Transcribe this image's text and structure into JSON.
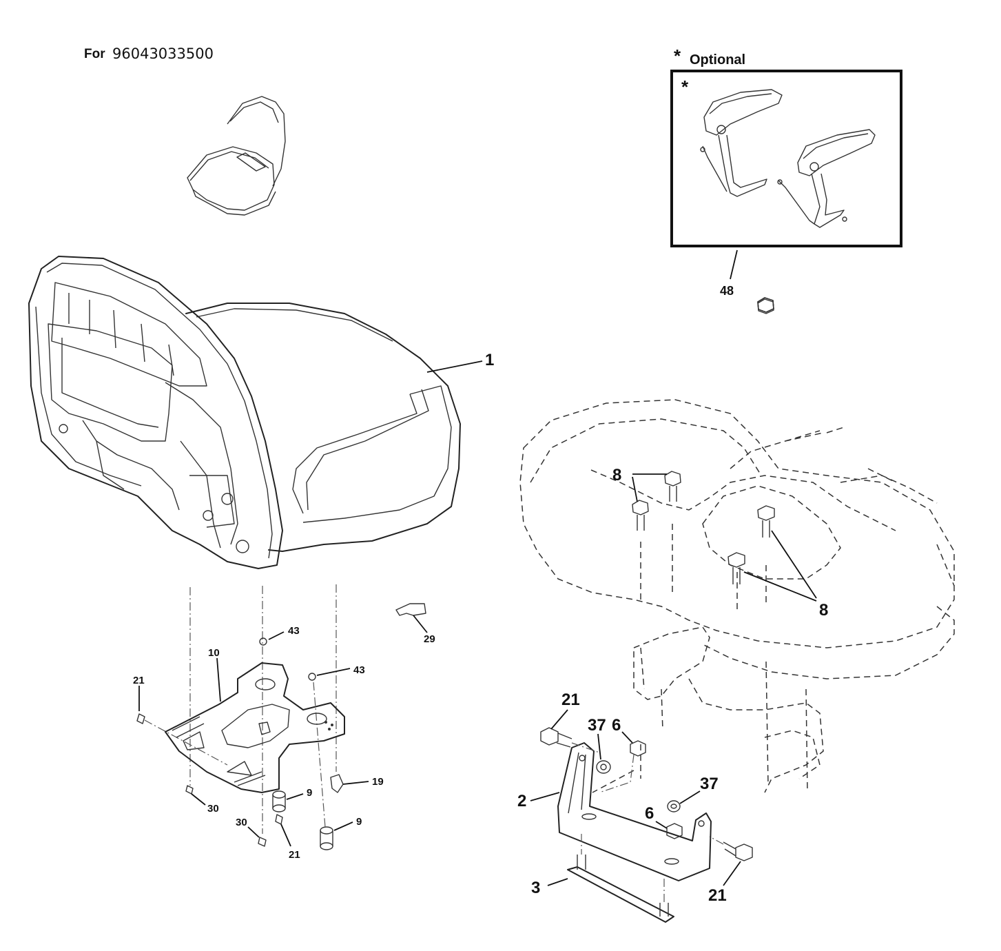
{
  "header": {
    "for_label": "For",
    "model_number": "96043033500"
  },
  "optional": {
    "label": "Optional",
    "star": "*",
    "box_star": "*",
    "part_number": "48"
  },
  "callouts": {
    "seat": "1",
    "bracket": "2",
    "plate": "3",
    "nut_a": "6",
    "nut_b": "6",
    "bolt_top": "8",
    "bolt_bottom": "8",
    "spacer_a": "9",
    "spacer_b": "9",
    "pan": "10",
    "knob": "19",
    "screw_a": "21",
    "screw_b": "21",
    "bolt_a": "21",
    "bolt_b": "21",
    "clip": "29",
    "screw_c": "30",
    "screw_d": "30",
    "washer_a": "37",
    "washer_b": "37",
    "ball_a": "43",
    "ball_b": "43"
  },
  "colors": {
    "line": "#222222",
    "background": "#ffffff"
  }
}
